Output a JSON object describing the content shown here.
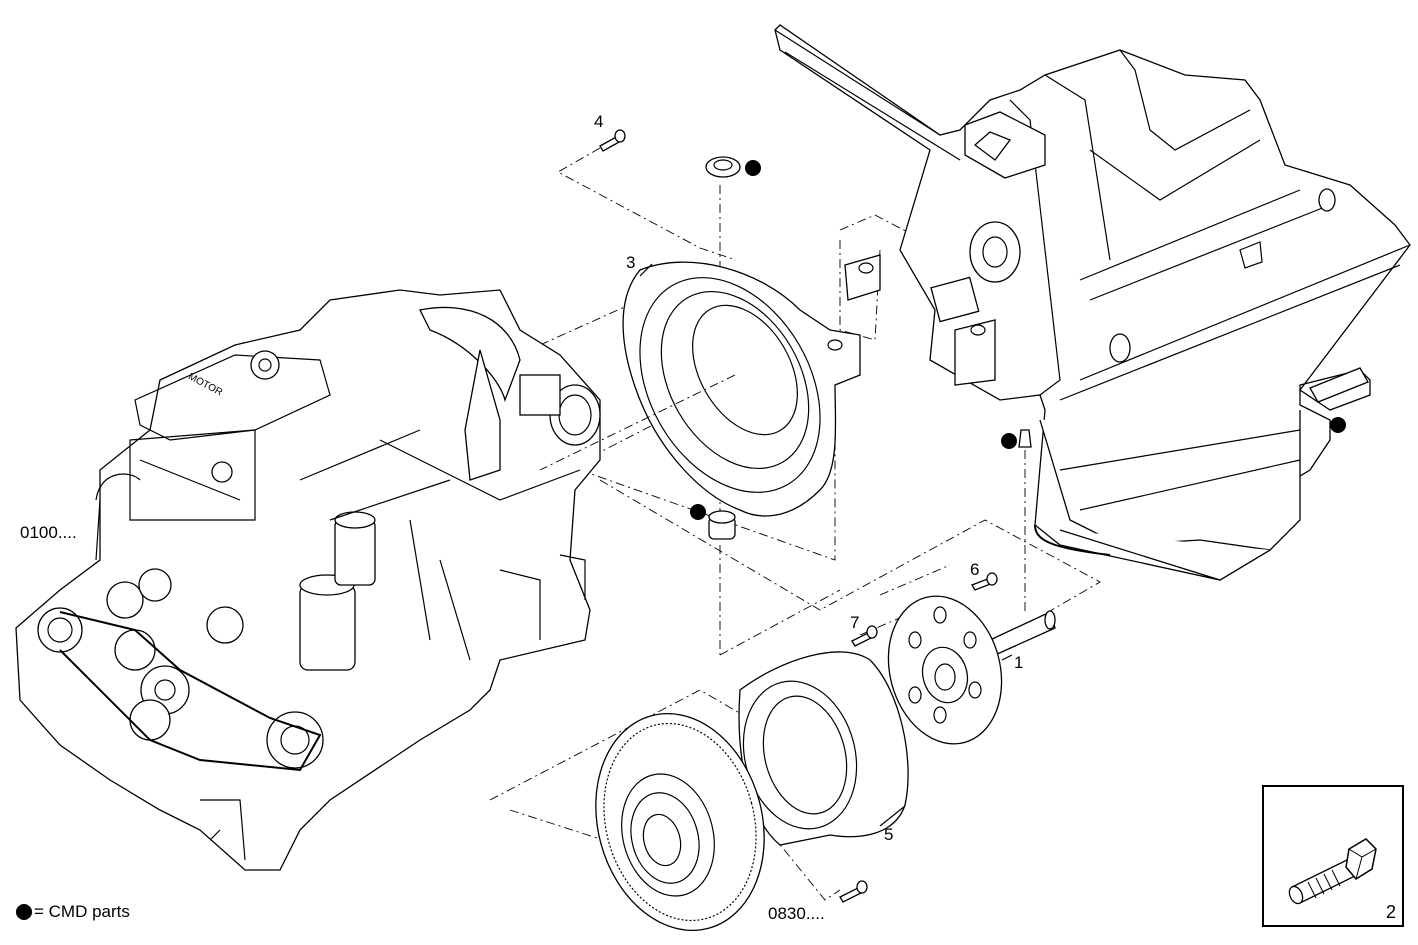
{
  "diagram": {
    "type": "exploded-parts-view",
    "subject": "Engine to sterndrive installation"
  },
  "callouts": [
    {
      "id": "1",
      "label": "1",
      "part": "drive-coupling-plate"
    },
    {
      "id": "2",
      "label": "2",
      "part": "hex-bolt-inset"
    },
    {
      "id": "3",
      "label": "3",
      "part": "flywheel-housing"
    },
    {
      "id": "4",
      "label": "4",
      "part": "screw"
    },
    {
      "id": "5",
      "label": "5",
      "part": "flywheel-cover"
    },
    {
      "id": "6",
      "label": "6",
      "part": "screw"
    },
    {
      "id": "7",
      "label": "7",
      "part": "screw"
    }
  ],
  "references": {
    "engine": "0100....",
    "flywheel": "0830...."
  },
  "legend": {
    "marker": "filled-dot",
    "text": "= CMD parts"
  },
  "cmd_markers": 5,
  "colors": {
    "line": "#000000",
    "background": "#ffffff"
  }
}
